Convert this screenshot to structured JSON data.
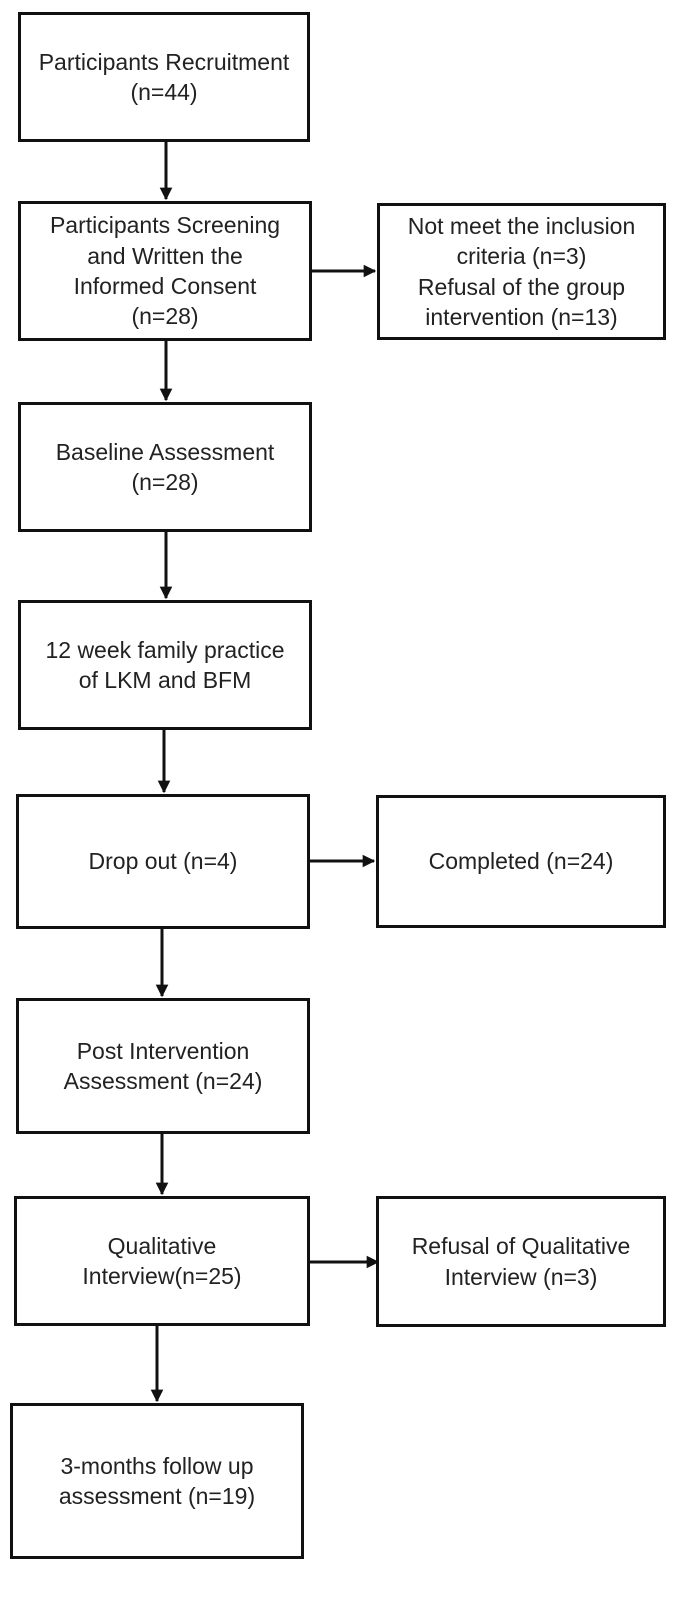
{
  "flowchart": {
    "nodes": {
      "recruitment": [
        "Participants Recruitment",
        "(n=44)"
      ],
      "screening": [
        "Participants Screening",
        "and Written the",
        "Informed Consent",
        "(n=28)"
      ],
      "excluded": [
        "Not meet the inclusion",
        "criteria (n=3)",
        "Refusal of the group",
        "intervention (n=13)"
      ],
      "baseline": [
        "Baseline Assessment",
        "(n=28)"
      ],
      "practice": [
        "12 week family practice",
        "of LKM and BFM"
      ],
      "dropout": [
        "Drop out (n=4)"
      ],
      "completed": [
        "Completed (n=24)"
      ],
      "post": [
        "Post Intervention",
        "Assessment (n=24)"
      ],
      "qualitative": [
        "Qualitative",
        "Interview(n=25)"
      ],
      "refusal_qual": [
        "Refusal of Qualitative",
        "Interview (n=3)"
      ],
      "followup": [
        "3-months follow up",
        "assessment (n=19)"
      ]
    },
    "edges": [
      [
        "recruitment",
        "screening"
      ],
      [
        "screening",
        "excluded"
      ],
      [
        "screening",
        "baseline"
      ],
      [
        "baseline",
        "practice"
      ],
      [
        "practice",
        "dropout"
      ],
      [
        "dropout",
        "completed"
      ],
      [
        "dropout",
        "post"
      ],
      [
        "post",
        "qualitative"
      ],
      [
        "qualitative",
        "refusal_qual"
      ],
      [
        "qualitative",
        "followup"
      ]
    ]
  }
}
